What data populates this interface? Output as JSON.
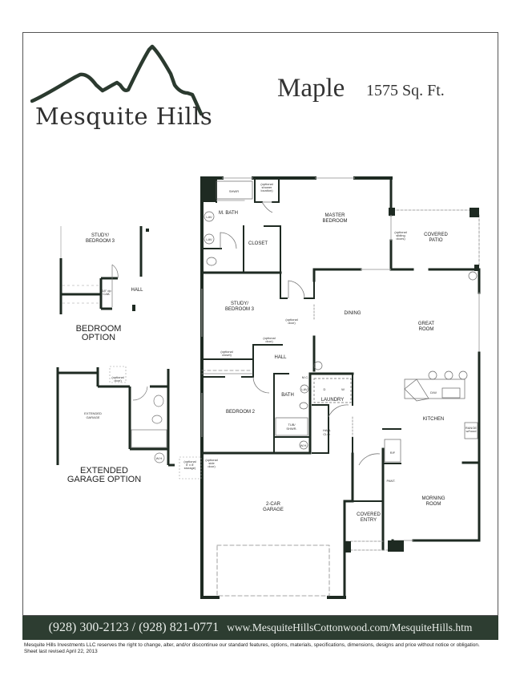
{
  "brand": {
    "name": "Mesquite Hills",
    "logo_icon": "mountain-peaks-icon",
    "colors": {
      "logo": "#2b3a2f",
      "footer_bg": "#2d3d31",
      "footer_text": "#e8ece8",
      "wall": "#1e2a22"
    }
  },
  "plan": {
    "name": "Maple",
    "sqft": "1575 Sq. Ft."
  },
  "rooms": {
    "master_bedroom": [
      "MASTER",
      "BEDROOM"
    ],
    "m_bath": "M. BATH",
    "shower": "SHWR",
    "optional_shower": [
      "(optional",
      "shower",
      "location)"
    ],
    "lav": "LAV",
    "closet": "CLOSET",
    "covered_patio": [
      "COVERED",
      "PATIO"
    ],
    "optional_sliding_doors": [
      "(optional",
      "sliding",
      "doors)"
    ],
    "study": [
      "STUDY/",
      "BEDROOM 3"
    ],
    "optional_door": [
      "(optional",
      "door)"
    ],
    "optional_closet": [
      "(optional",
      "closet)"
    ],
    "hall": "HALL",
    "dining": "DINING",
    "great_room": [
      "GREAT",
      "ROOM"
    ],
    "bath": "BATH",
    "mc": "M.C.",
    "tub_shwr": [
      "TUB/",
      "SHWR."
    ],
    "laundry": "LAUNDRY",
    "dryer": "D",
    "washer": "W",
    "hall_clo": [
      "HALL",
      "CLO."
    ],
    "wh": "W.H.",
    "kitchen": "KITCHEN",
    "dw": "D/W",
    "range": [
      "RANGE",
      "w/hood"
    ],
    "rf": "R/F",
    "pant": "PANT.",
    "morning_room": [
      "MORNING",
      "ROOM"
    ],
    "bedroom2": "BEDROOM 2",
    "garage": [
      "2-CAR",
      "GARAGE"
    ],
    "covered_entry": [
      "COVERED",
      "ENTRY"
    ],
    "optional_side_door": [
      "(optional",
      "side",
      "door)"
    ],
    "optional_storage": [
      "(optional",
      "5' x 8'",
      "storage)"
    ]
  },
  "options": {
    "bedroom_option": {
      "title": [
        "BEDROOM",
        "OPTION"
      ],
      "study": [
        "STUDY/",
        "BEDROOM 3"
      ],
      "hall": "HALL",
      "cab": [
        "18\" dp",
        "CAB."
      ]
    },
    "garage_option": {
      "title": [
        "EXTENDED",
        "GARAGE OPTION"
      ],
      "extended_garage": [
        "EXTENDED",
        "GARAGE"
      ],
      "optional_door": [
        "(optional",
        "door)"
      ],
      "wh": "W.H."
    }
  },
  "footer": {
    "phone": "(928) 300-2123 / (928) 821-0771",
    "url": "www.MesquiteHillsCottonwood.com/MesquiteHills.htm",
    "disclaimer": "Mesquite Hills Investments LLC reserves the right to change, alter, and/or discontinue our standard features, options, materials, specifications, dimensions, designs and price without notice or obligation.",
    "revised": "Sheet last revised April 22, 2013"
  }
}
